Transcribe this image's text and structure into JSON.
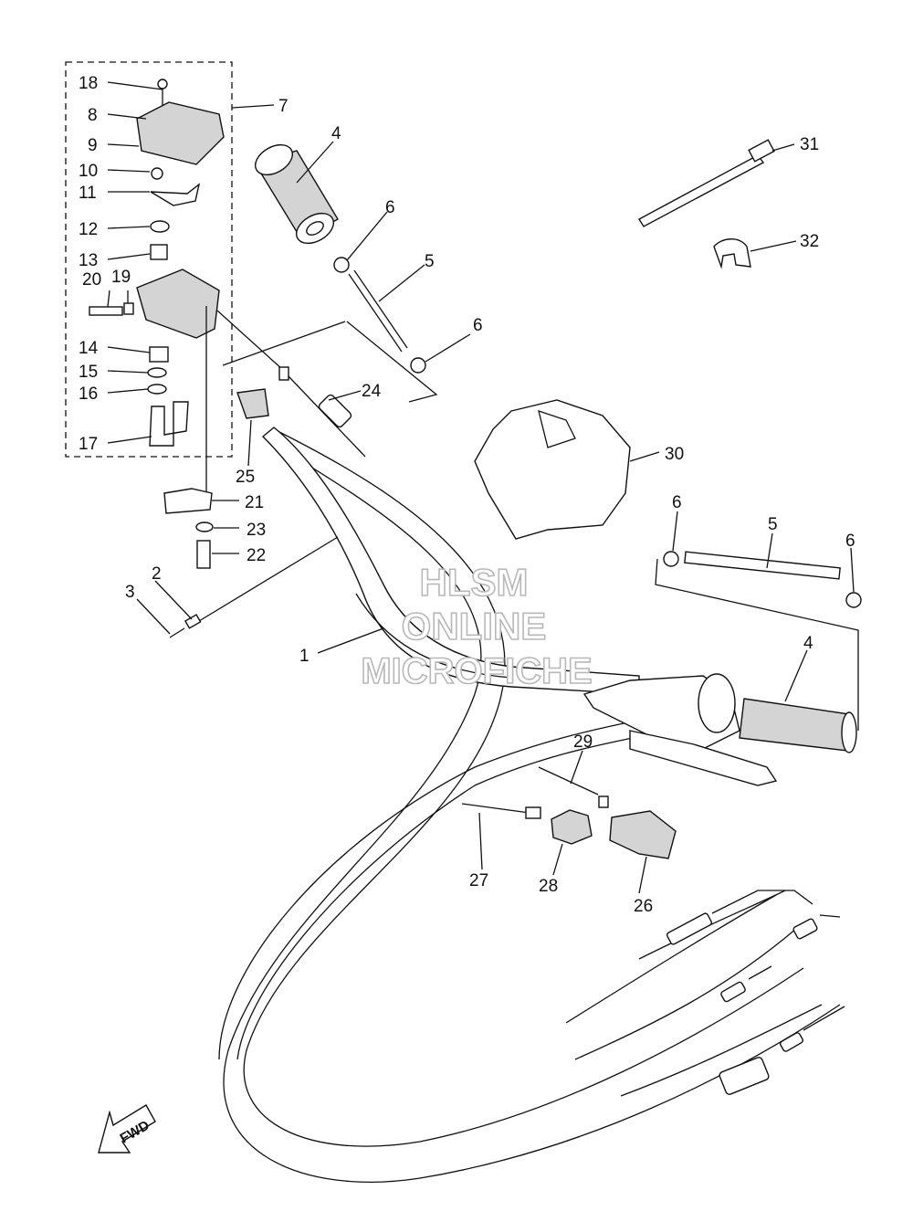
{
  "diagram": {
    "watermark": [
      "HLSM",
      "ONLINE",
      "MICROFICHE"
    ],
    "direction_badge": "FWD",
    "callouts": [
      {
        "id": "c1",
        "label": "1"
      },
      {
        "id": "c2",
        "label": "2"
      },
      {
        "id": "c3",
        "label": "3"
      },
      {
        "id": "c4a",
        "label": "4"
      },
      {
        "id": "c4b",
        "label": "4"
      },
      {
        "id": "c5a",
        "label": "5"
      },
      {
        "id": "c5b",
        "label": "5"
      },
      {
        "id": "c6a",
        "label": "6"
      },
      {
        "id": "c6b",
        "label": "6"
      },
      {
        "id": "c6c",
        "label": "6"
      },
      {
        "id": "c6d",
        "label": "6"
      },
      {
        "id": "c7",
        "label": "7"
      },
      {
        "id": "c8",
        "label": "8"
      },
      {
        "id": "c9",
        "label": "9"
      },
      {
        "id": "c10",
        "label": "10"
      },
      {
        "id": "c11",
        "label": "11"
      },
      {
        "id": "c12",
        "label": "12"
      },
      {
        "id": "c13",
        "label": "13"
      },
      {
        "id": "c14",
        "label": "14"
      },
      {
        "id": "c15",
        "label": "15"
      },
      {
        "id": "c16",
        "label": "16"
      },
      {
        "id": "c17",
        "label": "17"
      },
      {
        "id": "c18",
        "label": "18"
      },
      {
        "id": "c19",
        "label": "19"
      },
      {
        "id": "c20",
        "label": "20"
      },
      {
        "id": "c21",
        "label": "21"
      },
      {
        "id": "c22",
        "label": "22"
      },
      {
        "id": "c23",
        "label": "23"
      },
      {
        "id": "c24",
        "label": "24"
      },
      {
        "id": "c25",
        "label": "25"
      },
      {
        "id": "c26",
        "label": "26"
      },
      {
        "id": "c27",
        "label": "27"
      },
      {
        "id": "c28",
        "label": "28"
      },
      {
        "id": "c29",
        "label": "29"
      },
      {
        "id": "c30",
        "label": "30"
      },
      {
        "id": "c31",
        "label": "31"
      },
      {
        "id": "c32",
        "label": "32"
      }
    ]
  }
}
